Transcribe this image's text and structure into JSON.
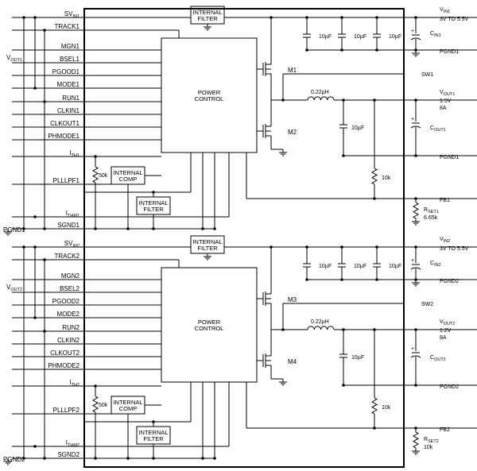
{
  "channel1": {
    "left_pins": [
      "SV",
      "TRACK1",
      "MGN1",
      "BSEL1",
      "PGOOD1",
      "MODE1",
      "RUN1",
      "CLKIN1",
      "CLKOUT1",
      "PHMODE1",
      "I",
      "PLLLPF1",
      "I",
      "SGND1"
    ],
    "left_pin_subs": [
      "IN1",
      "",
      "",
      "",
      "",
      "",
      "",
      "",
      "",
      "",
      "TH1",
      "",
      "THM1",
      ""
    ],
    "vout_label": "V",
    "vout_sub": "OUT1",
    "pgnd_left": "PGND1",
    "filter_top": [
      "INTERNAL",
      "FILTER"
    ],
    "power": [
      "POWER",
      "CONTROL"
    ],
    "mosfet_top": "M1",
    "mosfet_bot": "M2",
    "comp": [
      "INTERNAL",
      "COMP"
    ],
    "filter_bot": [
      "INTERNAL",
      "FILTER"
    ],
    "r50k": "50k",
    "caps": [
      "10µF",
      "10µF",
      "10µF"
    ],
    "inductor": "0.22µH",
    "out_cap": "10µF",
    "r10k": "10k",
    "vin_name": "V",
    "vin_sub": "IN1",
    "vin_range": "3V TO 5.5V",
    "cin_name": "C",
    "cin_sub": "IN1",
    "pgnd_r1": "PGND1",
    "sw": "SW1",
    "vout_r_name": "V",
    "vout_r_sub": "OUT1",
    "vout_r_v": "1.5V",
    "vout_r_a": "8A",
    "cout_name": "C",
    "cout_sub": "OUT1",
    "pgnd_r2": "PGND1",
    "fb": "FB1",
    "rset_name": "R",
    "rset_sub": "SET1",
    "rset_val": "6.65k"
  },
  "channel2": {
    "left_pins": [
      "SV",
      "TRACK2",
      "MGN2",
      "BSEL2",
      "PGOOD2",
      "MODE2",
      "RUN2",
      "CLKIN2",
      "CLKOUT2",
      "PHMODE2",
      "I",
      "PLLLPF2",
      "I",
      "SGND2"
    ],
    "left_pin_subs": [
      "IN2",
      "",
      "",
      "",
      "",
      "",
      "",
      "",
      "",
      "",
      "TH2",
      "",
      "THM2",
      ""
    ],
    "vout_label": "V",
    "vout_sub": "OUT2",
    "pgnd_left": "PGND2",
    "filter_top": [
      "INTERNAL",
      "FILTER"
    ],
    "power": [
      "POWER",
      "CONTROL"
    ],
    "mosfet_top": "M3",
    "mosfet_bot": "M4",
    "comp": [
      "INTERNAL",
      "COMP"
    ],
    "filter_bot": [
      "INTERNAL",
      "FILTER"
    ],
    "r50k": "50k",
    "caps": [
      "10µF",
      "10µF",
      "10µF"
    ],
    "inductor": "0.22µH",
    "out_cap": "10µF",
    "r10k": "10k",
    "vin_name": "V",
    "vin_sub": "IN2",
    "vin_range": "3V TO 5.5V",
    "cin_name": "C",
    "cin_sub": "IN2",
    "pgnd_r1": "PGND2",
    "sw": "SW2",
    "vout_r_name": "V",
    "vout_r_sub": "OUT2",
    "vout_r_v": "1.2V",
    "vout_r_a": "8A",
    "cout_name": "C",
    "cout_sub": "OUT2",
    "pgnd_r2": "PGND2",
    "fb": "FB2",
    "rset_name": "R",
    "rset_sub": "SET2",
    "rset_val": "10k"
  }
}
